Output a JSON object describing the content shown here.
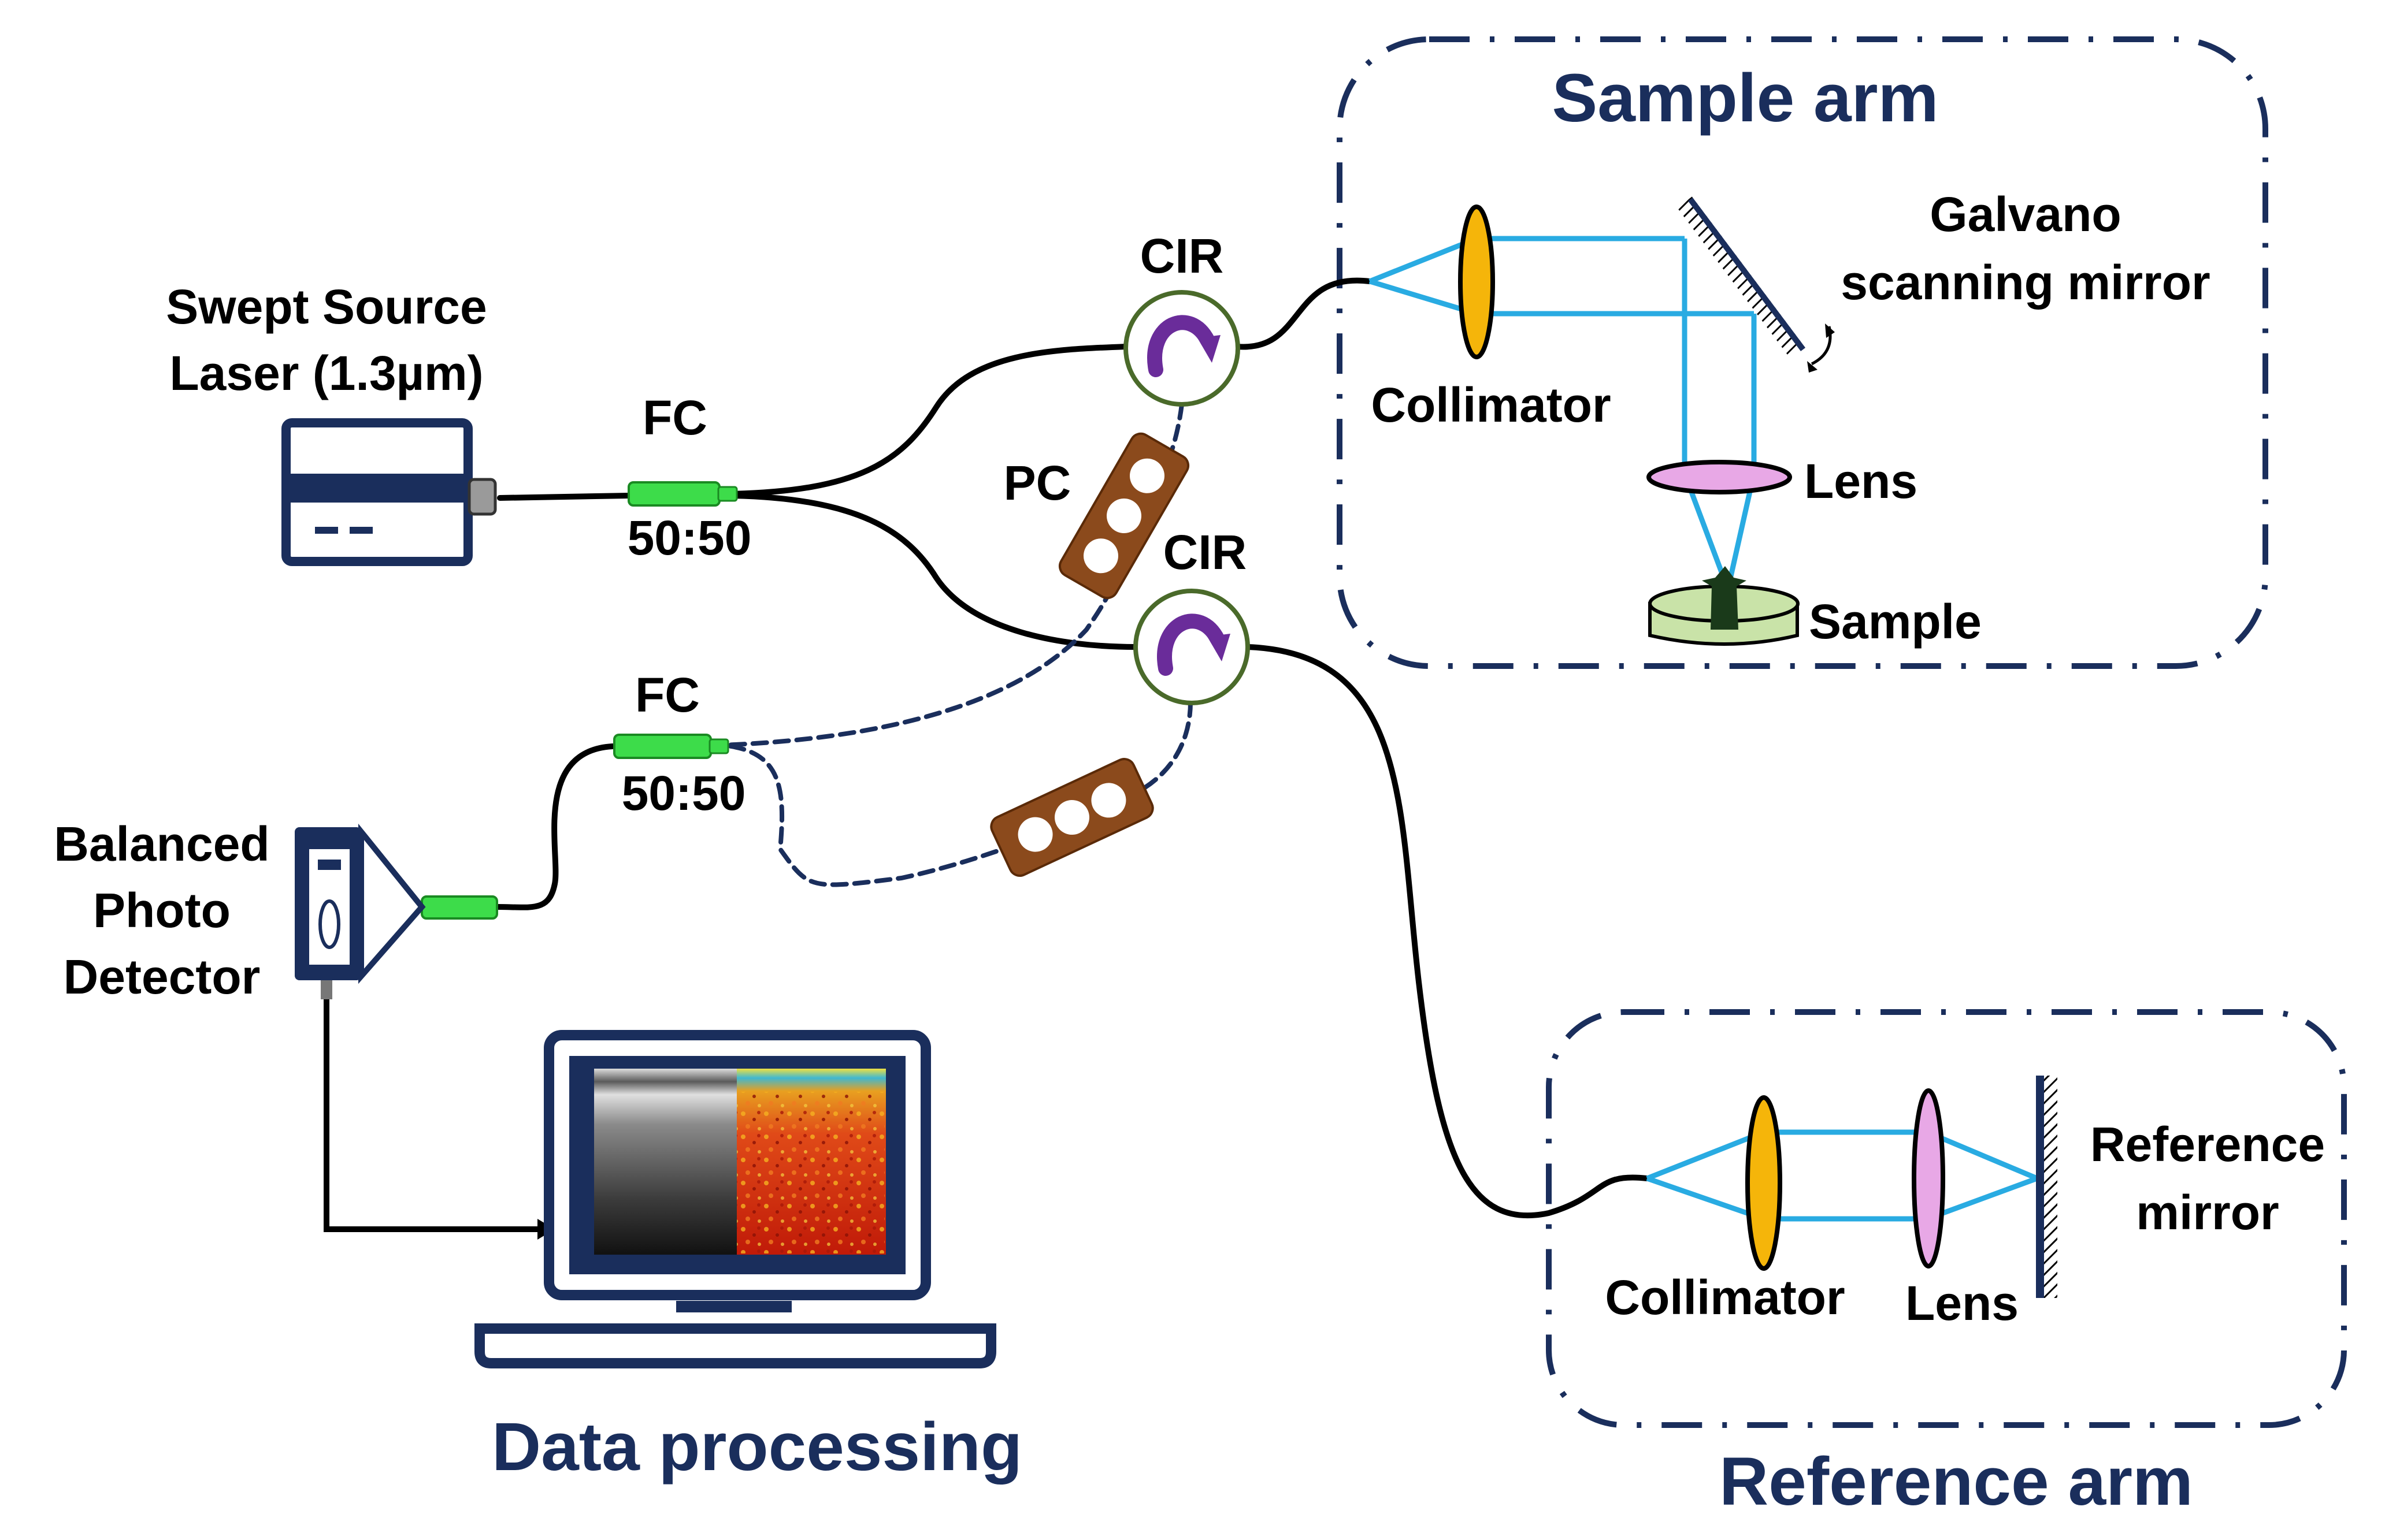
{
  "labels": {
    "source": [
      "Swept Source",
      "Laser (1.3µm)"
    ],
    "fc_top": "FC",
    "fc_top_ratio": "50:50",
    "fc_bottom": "FC",
    "fc_bottom_ratio": "50:50",
    "pc": "PC",
    "cir_top": "CIR",
    "cir_bottom": "CIR",
    "detector": [
      "Balanced",
      "Photo",
      "Detector"
    ],
    "data_processing": "Data processing",
    "sample_arm": {
      "title": "Sample arm",
      "galvano": [
        "Galvano",
        "scanning mirror"
      ],
      "collimator": "Collimator",
      "lens": "Lens",
      "sample": "Sample"
    },
    "reference_arm": {
      "title": "Reference arm",
      "collimator": "Collimator",
      "lens": "Lens",
      "mirror": [
        "Reference",
        "mirror"
      ]
    }
  },
  "colors": {
    "navy": "#1a2e5c",
    "beam": "#29abe2",
    "coupler": "#3ddc4a",
    "polarization_controller": "#8b4a1c",
    "collimator_lens": "#f5b50a",
    "focus_lens": "#e8a8e6",
    "circulator_ring": "#4a6a2a",
    "circulator_arrow": "#6a2c9a",
    "sample_base": "#c9e3a8"
  },
  "icons": [
    "laser-source-icon",
    "circulator-icon",
    "polarization-controller-icon",
    "photodetector-icon",
    "laptop-icon",
    "mirror-icon"
  ]
}
